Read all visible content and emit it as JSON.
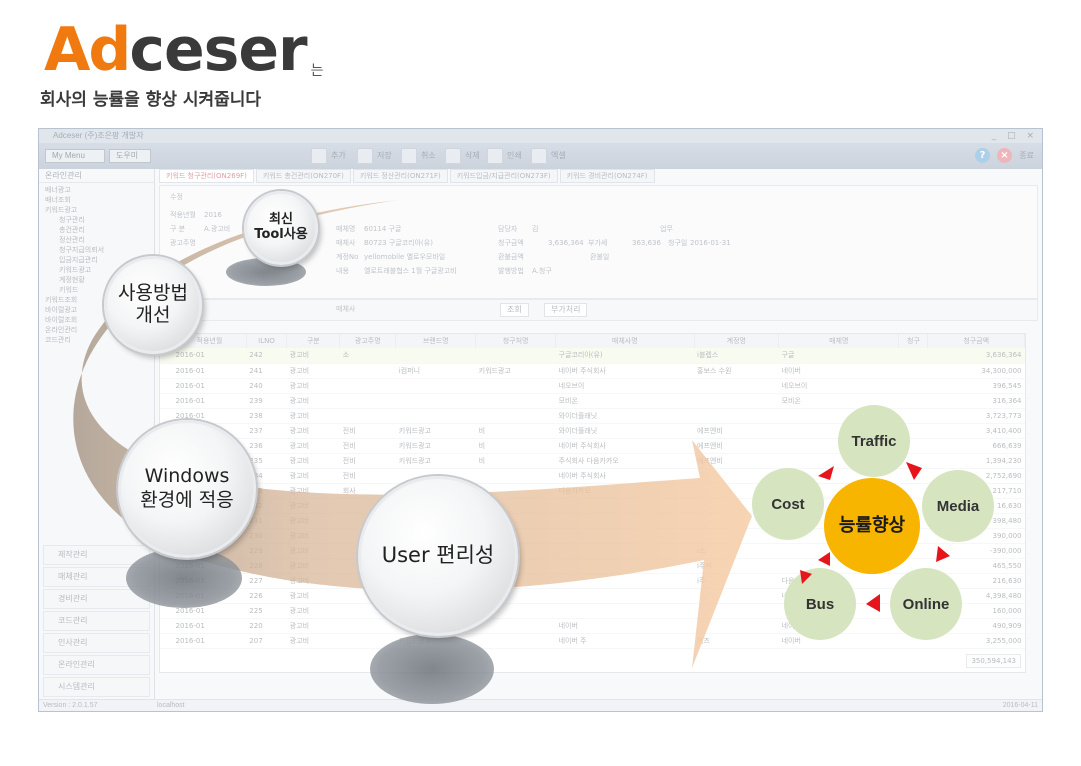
{
  "header": {
    "brand_ad": "Ad",
    "brand_ceser": "ceser",
    "brand_suffix": "는",
    "tagline": "회사의 능률을 향상 시켜줍니다"
  },
  "app": {
    "title": "Adceser (주)조은팡 개발자",
    "menu": {
      "my_menu": "My Menu",
      "help_menu": "도우미"
    },
    "toolbar": [
      "추가",
      "저장",
      "취소",
      "삭제",
      "인쇄",
      "엑셀"
    ],
    "close_label": "종료",
    "sidebar_title": "온라인관리",
    "tree": [
      {
        "label": "배너광고",
        "sub": false
      },
      {
        "label": "배너조회",
        "sub": false
      },
      {
        "label": "키워드광고",
        "sub": false
      },
      {
        "label": "청구관리",
        "sub": true
      },
      {
        "label": "총건관리",
        "sub": true
      },
      {
        "label": "정산관리",
        "sub": true
      },
      {
        "label": "청구지급의뢰서",
        "sub": true
      },
      {
        "label": "입금지급관리",
        "sub": true
      },
      {
        "label": "키워드광고",
        "sub": true
      },
      {
        "label": "계정현황",
        "sub": true
      },
      {
        "label": "키워드",
        "sub": true
      },
      {
        "label": "키워드조회",
        "sub": false
      },
      {
        "label": "바이럴광고",
        "sub": false
      },
      {
        "label": "바이럴조회",
        "sub": false
      },
      {
        "label": "온라인관리",
        "sub": false
      },
      {
        "label": "코드관리",
        "sub": false
      }
    ],
    "side_buttons": [
      "제작관리",
      "매체관리",
      "경비관리",
      "코드관리",
      "인사관리",
      "온라인관리",
      "시스템관리"
    ],
    "tabs": [
      {
        "label": "키워드 청구관리(ON269F)",
        "active": true
      },
      {
        "label": "키워드 총건관리(ON270F)",
        "active": false
      },
      {
        "label": "키워드 정산관리(ON271F)",
        "active": false
      },
      {
        "label": "키워드입금/지급관리(ON273F)",
        "active": false
      },
      {
        "label": "키워드 경비관리(ON274F)",
        "active": false
      }
    ],
    "form": {
      "edit": "수정",
      "year_label": "적용년월",
      "year_value": "2016",
      "gu": "구 분",
      "gu_value": "A.광고비",
      "adv_label": "광고주명",
      "media_label": "매체명",
      "media_value": "60114 구글",
      "vendor_label": "매체사",
      "vendor_value": "B0723 구글코리아(유)",
      "account_label": "계정No",
      "account_value": "yellomobile 옐로우모바일",
      "memo_label": "내용",
      "memo_value": "옐로트래블협스 1월 구글광고비",
      "manager_label": "담당자",
      "manager_value": "김",
      "work_label": "업무",
      "charge_label": "청구금액",
      "charge_value": "3,636,364",
      "vat_label": "부가세",
      "vat_value": "363,636",
      "chargedate_label": "청구일",
      "chargedate_value": "2016-01-31",
      "return_label": "환불금액",
      "returnday_label": "환불일",
      "pay_label": "발행방법",
      "pay_value": "A.청구",
      "search_btn": "조회",
      "extra_btn": "부가처리",
      "media2_label": "매체사"
    },
    "grid": {
      "headers": [
        "S",
        "적용년월",
        "ILNO",
        "구분",
        "광고주명",
        "브랜드명",
        "청구처명",
        "매체사명",
        "계정명",
        "매체명",
        "청구",
        "청구금액"
      ],
      "rows": [
        [
          "",
          "2016-01",
          "242",
          "광고비",
          "소",
          "",
          "",
          "구글코리아(유)",
          "i블렙스",
          "구글",
          "",
          "3,636,364"
        ],
        [
          "",
          "2016-01",
          "241",
          "광고비",
          "",
          "i컴퍼니",
          "키워드광고",
          "네이버 주식회사",
          "홍보스 수원",
          "네이버",
          "",
          "34,300,000"
        ],
        [
          "",
          "2016-01",
          "240",
          "광고비",
          "",
          "",
          "",
          "네오브이",
          "",
          "네오브이",
          "",
          "396,545"
        ],
        [
          "",
          "2016-01",
          "239",
          "광고비",
          "",
          "",
          "",
          "모비온",
          "",
          "모비온",
          "",
          "316,364"
        ],
        [
          "",
          "2016-01",
          "238",
          "광고비",
          "",
          "",
          "",
          "와이더플래닛",
          "",
          "",
          "",
          "3,723,773"
        ],
        [
          "",
          "2016-01",
          "237",
          "광고비",
          "전비",
          "키워드광고",
          "비",
          "와이더플래닛",
          "에프엔비",
          "",
          "",
          "3,410,400"
        ],
        [
          "",
          "2016-01",
          "236",
          "광고비",
          "전비",
          "키워드광고",
          "비",
          "네이버 주식회사",
          "에프엔비",
          "",
          "",
          "666,639"
        ],
        [
          "",
          "2016-01",
          "235",
          "광고비",
          "전비",
          "키워드광고",
          "비",
          "주식회사 다음카카오",
          "에프엔비",
          "",
          "",
          "1,394,230"
        ],
        [
          "",
          "2016-01",
          "234",
          "광고비",
          "전비",
          "",
          "",
          "네이버 주식회사",
          "",
          "",
          "",
          "2,752,690"
        ],
        [
          "",
          "2016-01",
          "233",
          "광고비",
          "회사",
          "",
          "",
          "다음카카오",
          "",
          "",
          "",
          "217,710"
        ],
        [
          "",
          "2016-01",
          "232",
          "광고비",
          "",
          "",
          "",
          "",
          "",
          "",
          "",
          "16,630"
        ],
        [
          "",
          "2016-01",
          "231",
          "광고비",
          "",
          "",
          "",
          "",
          "",
          "",
          "",
          "398,480"
        ],
        [
          "",
          "2016-01",
          "230",
          "광고비",
          "",
          "",
          "",
          "",
          "",
          "",
          "",
          "390,000"
        ],
        [
          "",
          "2016-01",
          "229",
          "광고비",
          "",
          "",
          "",
          "",
          "i스",
          "",
          "",
          "-390,000"
        ],
        [
          "",
          "2016-01",
          "228",
          "광고비",
          "",
          "",
          "",
          "",
          "i주식",
          "",
          "",
          "465,550"
        ],
        [
          "",
          "2016-01",
          "227",
          "광고비",
          "",
          "",
          "",
          "",
          "i주",
          "다음커뮤니케이션",
          "",
          "216,630"
        ],
        [
          "",
          "2016-01",
          "226",
          "광고비",
          "",
          "",
          "",
          "",
          "",
          "네이버",
          "",
          "4,398,480"
        ],
        [
          "",
          "2016-01",
          "225",
          "광고비",
          "",
          "",
          "",
          "",
          "",
          "",
          "",
          "160,000"
        ],
        [
          "",
          "2016-01",
          "220",
          "광고비",
          "",
          "키워드광고",
          "",
          "네이버",
          "",
          "네이버",
          "",
          "490,909"
        ],
        [
          "",
          "2016-01",
          "207",
          "광고비",
          "",
          "키워드광고",
          "",
          "네이버 주",
          "이즈",
          "네이버",
          "",
          "3,255,000"
        ]
      ],
      "total": "350,594,143"
    },
    "status_version": "Version : 2.0.1.57",
    "status_host": "localhost",
    "status_date": "2016-04-11"
  },
  "diagram": {
    "bubble_latest": "최신\nTool사용",
    "bubble_method": "사용방법\n개선",
    "bubble_windows": "Windows\n환경에 적응",
    "bubble_user": "User 편리성",
    "center": "능률향상",
    "nodes": [
      "Traffic",
      "Media",
      "Online",
      "Bus",
      "Cost"
    ],
    "colors": {
      "arrow": "#f4c89c",
      "node": "#d6e4c0",
      "center": "#f7b500",
      "pointer": "#e8141c"
    }
  }
}
